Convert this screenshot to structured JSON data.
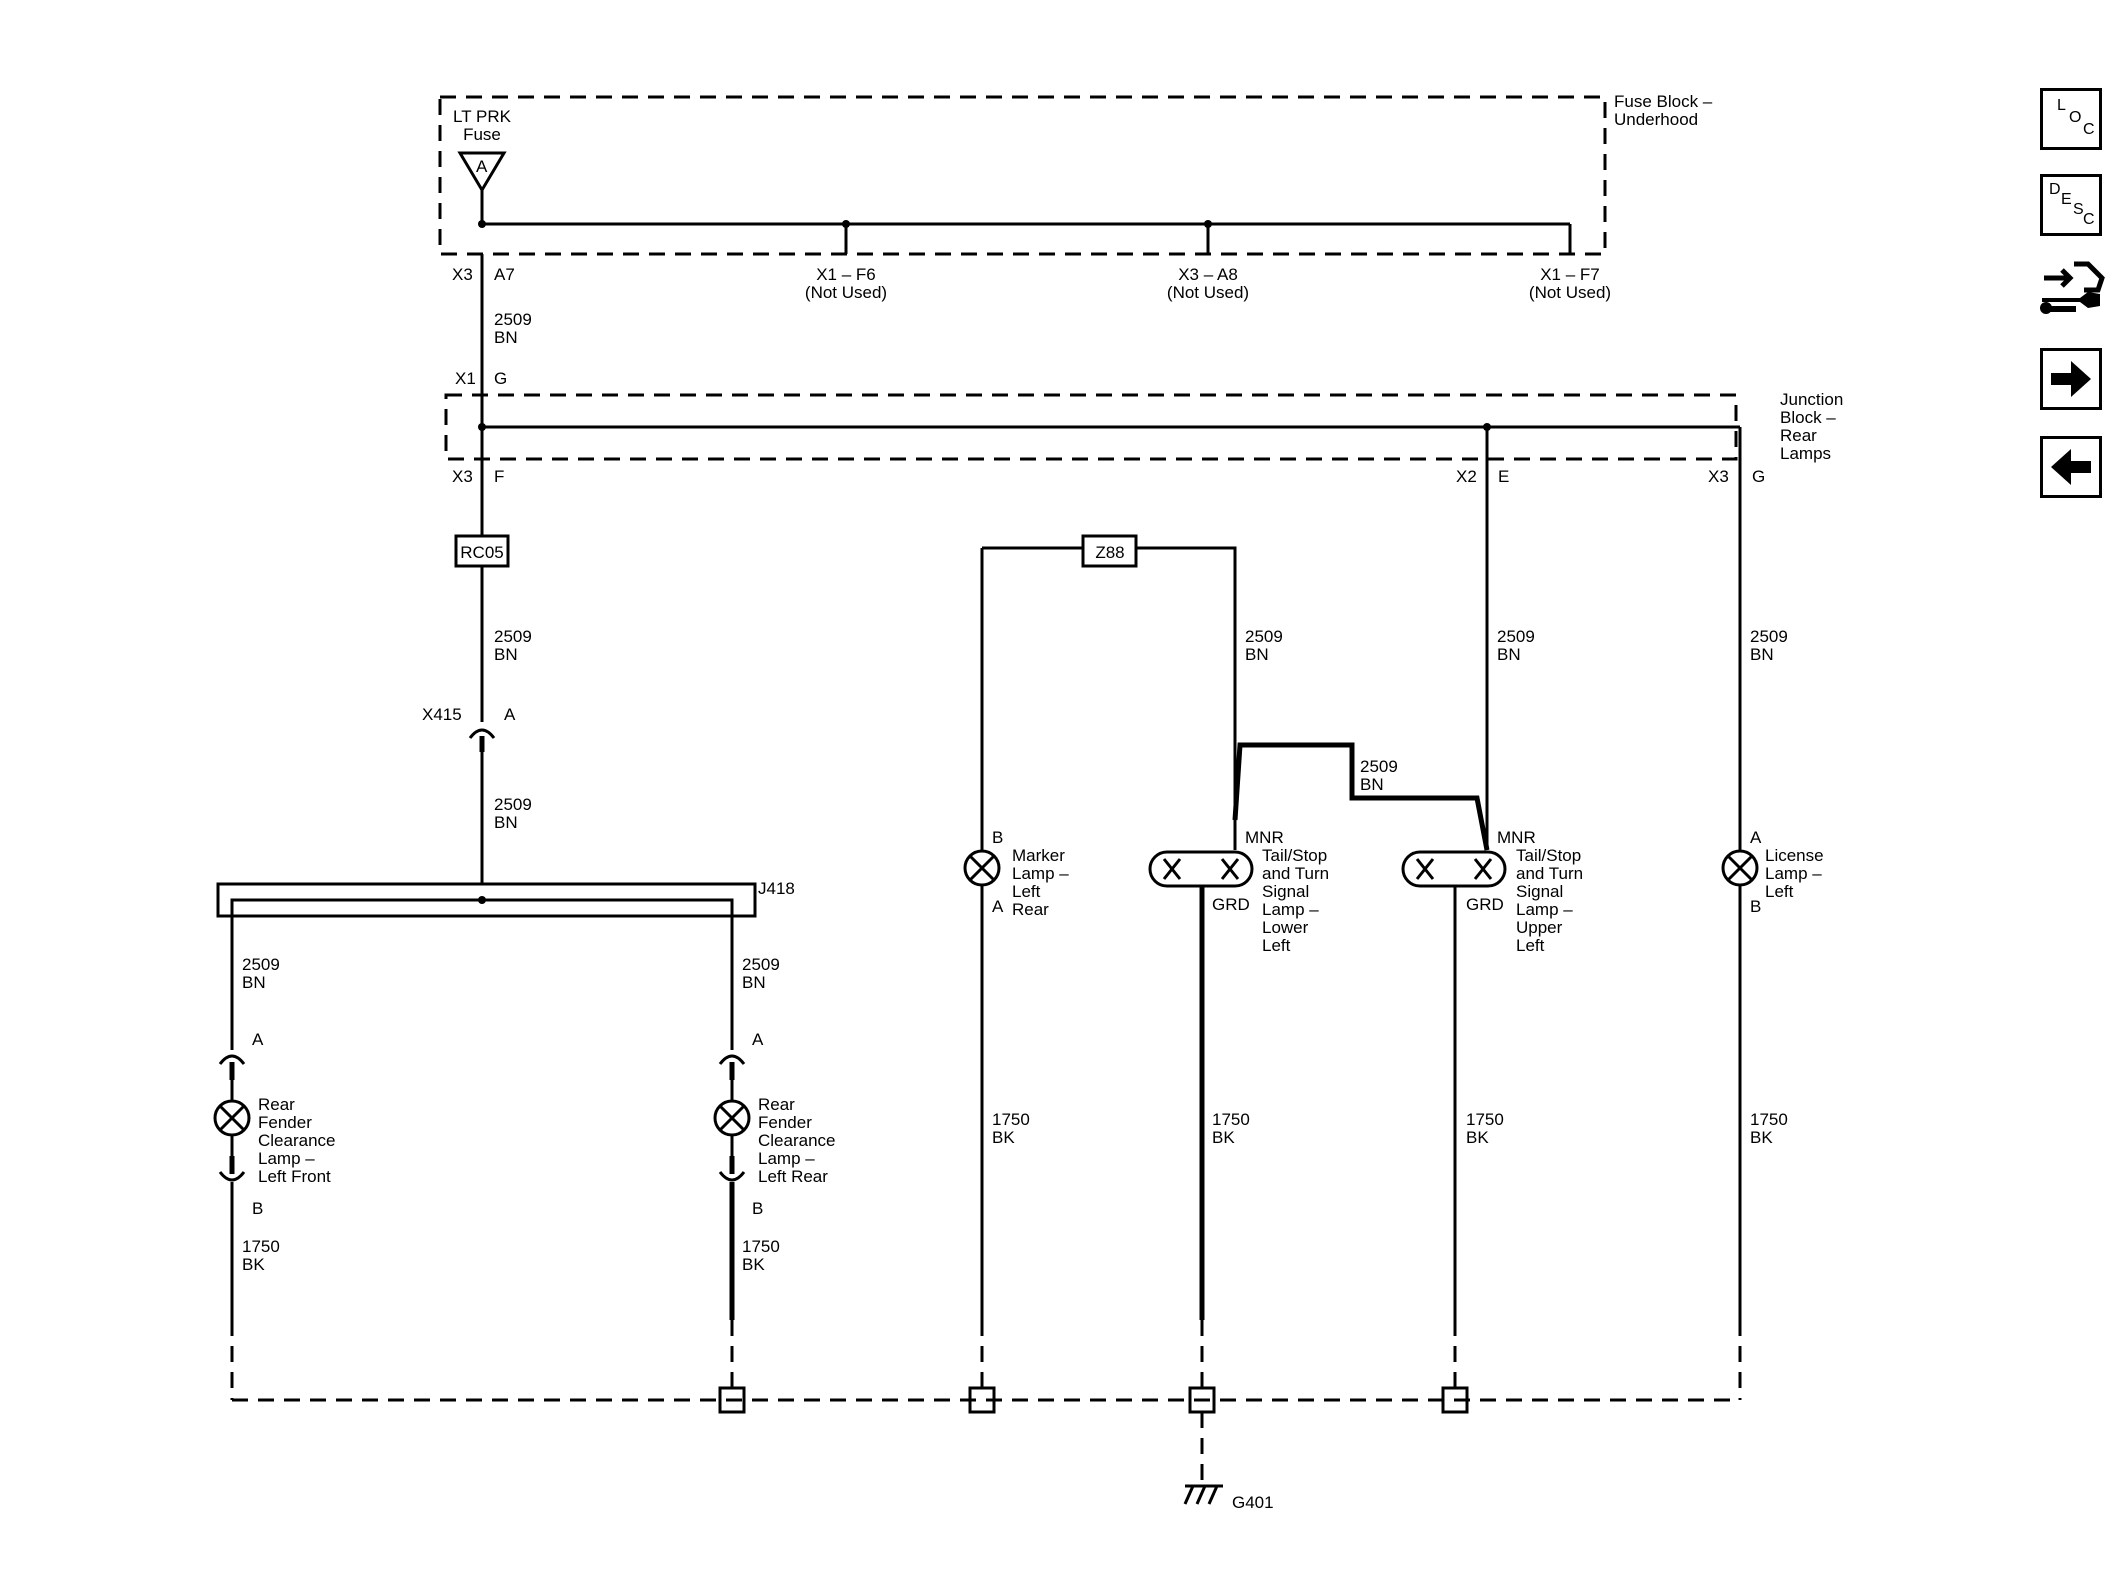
{
  "fuse_block": {
    "name": "Fuse Block –\nUnderhood",
    "fuse_label": "LT PRK\nFuse",
    "fuse_terminal": "A",
    "connector_main": "X3",
    "pin_main": "A7",
    "tap_1": "X1 – F6\n(Not Used)",
    "tap_2": "X3 – A8\n(Not Used)",
    "tap_3": "X1 – F7\n(Not Used)"
  },
  "junction_block": {
    "name": "Junction\nBlock –\nRear\nLamps",
    "in_connector": "X1",
    "in_pin": "G",
    "out_connector_left": "X3",
    "out_pin_left": "F",
    "out_connector_mid": "X2",
    "out_pin_mid": "E",
    "out_connector_right": "X3",
    "out_pin_right": "G"
  },
  "wires": {
    "feed": "2509\nBN",
    "ground": "1750\nBK"
  },
  "components": {
    "rco5": "RC05",
    "z88": "Z88",
    "x415": "X415",
    "x415_pin": "A",
    "j418": "J418",
    "g401": "G401"
  },
  "lamps": {
    "lf_clearance": {
      "name": "Rear\nFender\nClearance\nLamp –\nLeft Front",
      "pin_top": "A",
      "pin_bottom": "B"
    },
    "lr_clearance": {
      "name": "Rear\nFender\nClearance\nLamp –\nLeft Rear",
      "pin_top": "A",
      "pin_bottom": "B"
    },
    "marker": {
      "name": "Marker\nLamp –\nLeft\nRear",
      "pin_top": "B",
      "pin_bottom": "A"
    },
    "tail_lower": {
      "name": "Tail/Stop\nand Turn\nSignal\nLamp –\nLower\nLeft",
      "pin_top": "MNR",
      "pin_bottom": "GRD"
    },
    "tail_upper": {
      "name": "Tail/Stop\nand Turn\nSignal\nLamp –\nUpper\nLeft",
      "pin_top": "MNR",
      "pin_bottom": "GRD"
    },
    "license": {
      "name": "License\nLamp –\nLeft",
      "pin_top": "A",
      "pin_bottom": "B"
    }
  },
  "nav": {
    "loc": [
      "L",
      "O",
      "C"
    ],
    "desc": [
      "D",
      "E",
      "S",
      "C"
    ]
  }
}
